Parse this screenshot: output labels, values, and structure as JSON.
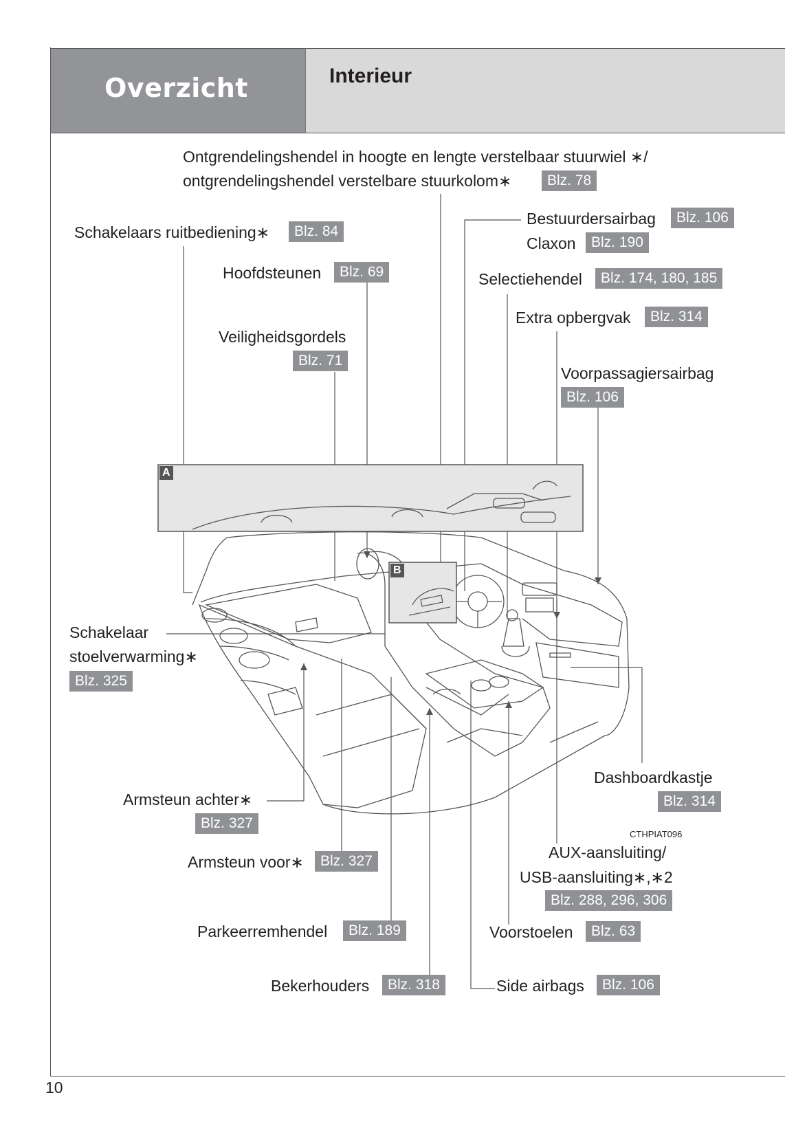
{
  "header": {
    "section_title": "Overzicht",
    "subsection_title": "Interieur"
  },
  "callouts": {
    "steering_release": {
      "line1": "Ontgrendelingshendel in hoogte en lengte verstelbaar stuurwiel ∗/",
      "line2": "ontgrendelingshendel verstelbare stuurkolom∗",
      "page": "Blz. 78"
    },
    "window_switches": {
      "label": "Schakelaars ruitbediening∗",
      "page": "Blz. 84"
    },
    "headrests": {
      "label": "Hoofdsteunen",
      "page": "Blz. 69"
    },
    "seatbelts": {
      "label": "Veiligheidsgordels",
      "page": "Blz. 71"
    },
    "driver_airbag": {
      "label": "Bestuurdersairbag",
      "page": "Blz. 106"
    },
    "horn": {
      "label": "Claxon",
      "page": "Blz. 190"
    },
    "shift_lever": {
      "label": "Selectiehendel",
      "page": "Blz. 174, 180, 185"
    },
    "extra_storage": {
      "label": "Extra opbergvak",
      "page": "Blz. 314"
    },
    "passenger_airbag": {
      "label": "Voorpassagiersairbag",
      "page": "Blz. 106"
    },
    "seat_heater": {
      "line1": "Schakelaar",
      "line2": "stoelverwarming∗",
      "page": "Blz. 325"
    },
    "glovebox": {
      "label": "Dashboardkastje",
      "page": "Blz. 314"
    },
    "rear_armrest": {
      "label": "Armsteun achter∗",
      "page": "Blz. 327"
    },
    "front_armrest": {
      "label": "Armsteun voor∗",
      "page": "Blz. 327"
    },
    "aux_usb": {
      "line1": "AUX-aansluiting/",
      "line2": "USB-aansluiting∗,∗2",
      "page": "Blz. 288, 296, 306"
    },
    "parking_brake": {
      "label": "Parkeerremhendel",
      "page": "Blz. 189"
    },
    "front_seats": {
      "label": "Voorstoelen",
      "page": "Blz. 63"
    },
    "cup_holders": {
      "label": "Bekerhouders",
      "page": "Blz. 318"
    },
    "side_airbags": {
      "label": "Side airbags",
      "page": "Blz. 106"
    }
  },
  "figure": {
    "inset_a": "A",
    "inset_b": "B",
    "code": "CTHPIAT096"
  },
  "page_number": "10"
}
